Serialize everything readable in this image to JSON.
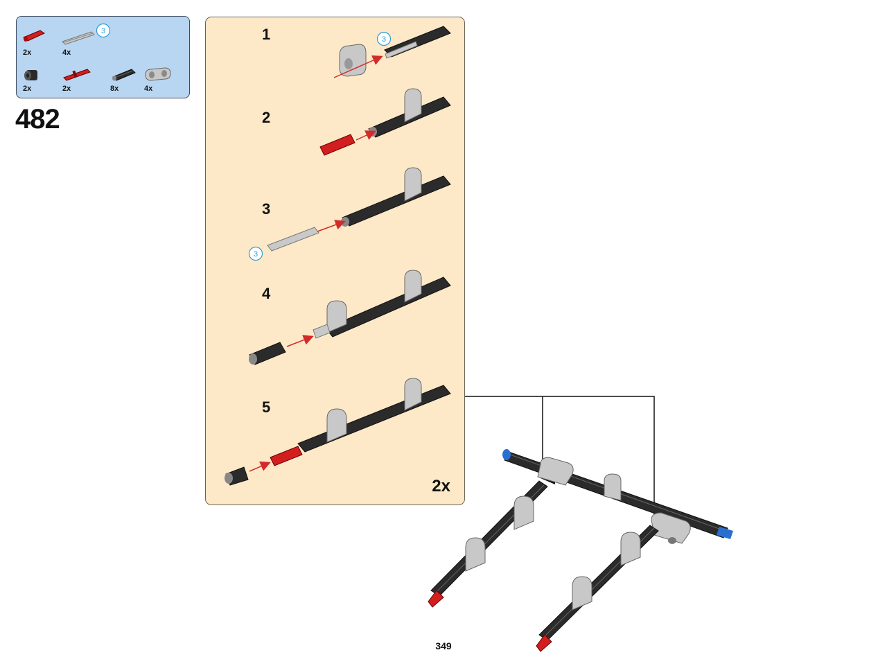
{
  "step": {
    "number": "482"
  },
  "parts_list": {
    "items": [
      {
        "qty": "2x",
        "part": "red-pin"
      },
      {
        "qty": "4x",
        "part": "grey-axle",
        "callout": "3"
      },
      {
        "qty": "2x",
        "part": "black-bush"
      },
      {
        "qty": "2x",
        "part": "red-axle-pin"
      },
      {
        "qty": "8x",
        "part": "black-axle-connector"
      },
      {
        "qty": "4x",
        "part": "grey-double-pin-connector"
      }
    ]
  },
  "substeps": {
    "numbers": [
      "1",
      "2",
      "3",
      "4",
      "5"
    ],
    "callout_1": "3",
    "callout_3": "3",
    "multiplier": "2x"
  },
  "colors": {
    "parts_bg": "#b8d6f2",
    "panel_bg": "#fde9c7",
    "callout": "#2a9fd6",
    "arrow": "#d42a2a"
  },
  "page": {
    "number": "349"
  }
}
